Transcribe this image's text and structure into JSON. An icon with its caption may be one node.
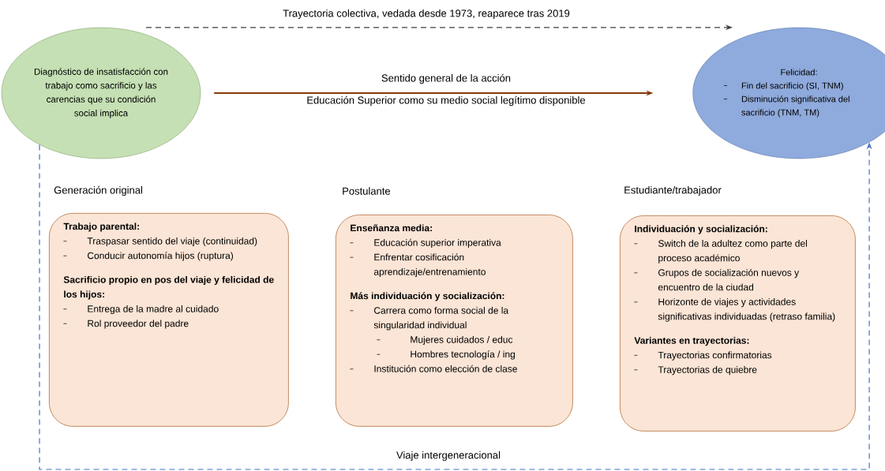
{
  "diagram": {
    "nodes": [
      {
        "text": [
          "Diagnóstico de insatisfacción con trabajo como sacrificio y las carencias que su condición social implica"
        ]
      },
      {
        "text": [
          "Felicidad:",
          "Fin del sacrificio (SI, TNM)",
          "Disminución significativa del sacrificio (TNM, TM)"
        ]
      },
      {
        "text": [
          "Generación original",
          "Trabajo parental:",
          "Traspasar sentido del viaje (continuidad)",
          "Conducir autonomía hijos (ruptura)",
          "Sacrificio propio en pos del viaje y felicidad de los hijos:",
          "Entrega de la madre al cuidado",
          "Rol proveedor del padre"
        ]
      },
      {
        "text": [
          "Postulante",
          "Enseñanza media:",
          "Educación superior imperativa",
          "Enfrentar cosificación aprendizaje/entrenamiento",
          "Más individuación y socialización:",
          "Carrera como forma social de la singularidad individual",
          "Mujeres cuidados / educ",
          "Hombres tecnología / ing",
          "Institución como elección de clase"
        ]
      },
      {
        "text": [
          "Estudiante/trabajador",
          "Individuación y socialización:",
          "Switch de la adultez como parte del proceso académico",
          "Grupos de socialización nuevos y encuentro de la ciudad",
          "Horizonte de viajes y actividades significativas individuadas (retraso familia)",
          "Variantes en trayectorias:",
          "Trayectorias confirmatorias",
          "Trayectorias de quiebre"
        ]
      }
    ],
    "edges": [
      {
        "from": 0,
        "to": 1,
        "arrow": "to",
        "label": "Trayectoria colectiva, vedada desde 1973, reaparece tras 2019",
        "style": "dashed",
        "color": "#404040"
      },
      {
        "from": 0,
        "to": 1,
        "arrow": "to",
        "label": "Sentido general de la acción",
        "color": "#843c0c"
      },
      {
        "from": 0,
        "to": 1,
        "arrow": "to",
        "label": "Viaje intergeneracional",
        "style": "dashed",
        "color": "#4472c4"
      }
    ],
    "labels": [
      "Educación Superior como su medio social legítimo disponible"
    ]
  }
}
